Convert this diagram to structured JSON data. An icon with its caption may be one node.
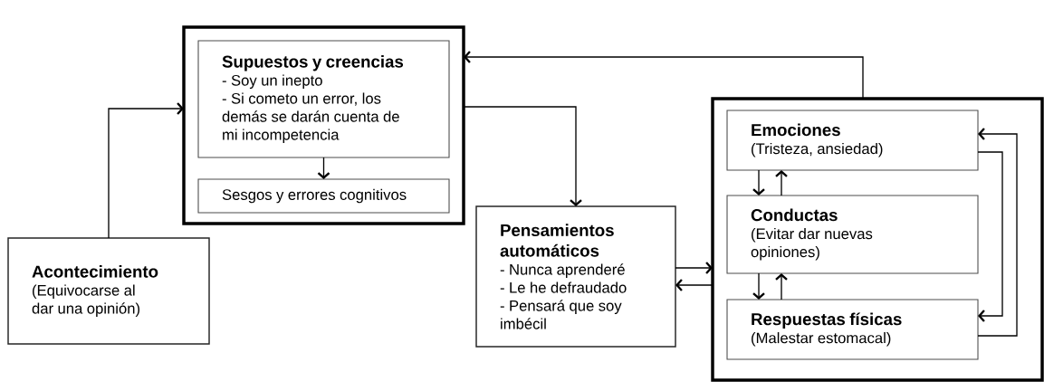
{
  "diagram": {
    "nodes": [
      {
        "text": [
          "Acontecimiento",
          "(Equivocarse al dar una opinión)"
        ]
      },
      {
        "text": [],
        "shape": "box"
      },
      {
        "text": [
          "Supuestos y creencias",
          "- Soy un inepto",
          "- Si cometo un error, los demás se darán cuenta de mi incompetencia"
        ],
        "in": 1
      },
      {
        "text": [
          "Sesgos y errores cognitivos"
        ],
        "in": 1
      },
      {
        "text": [
          "Pensamientos automáticos",
          "- Nunca aprenderé",
          "- Le he defraudado",
          "- Pensará que soy imbécil"
        ]
      },
      {
        "text": [],
        "shape": "box"
      },
      {
        "text": [
          "Emociones",
          "(Tristeza, ansiedad)"
        ],
        "in": 5
      },
      {
        "text": [
          "Conductas",
          "(Evitar dar nuevas opiniones)"
        ],
        "in": 5
      },
      {
        "text": [
          "Respuestas físicas",
          "(Malestar estomacal)"
        ],
        "in": 5
      }
    ],
    "edges": [
      {
        "from": 0,
        "to": 1,
        "arrow": "to"
      },
      {
        "from": 1,
        "to": 4,
        "arrow": "to"
      },
      {
        "from": 2,
        "to": 3,
        "arrow": "to"
      },
      {
        "from": 5,
        "to": 1,
        "arrow": "to"
      },
      {
        "from": 4,
        "to": 5,
        "arrow": "to"
      },
      {
        "from": 5,
        "to": 4,
        "arrow": "to"
      },
      {
        "from": 6,
        "to": 7,
        "arrow": "to"
      },
      {
        "from": 7,
        "to": 6,
        "arrow": "to"
      },
      {
        "from": 7,
        "to": 8,
        "arrow": "to"
      },
      {
        "from": 8,
        "to": 7,
        "arrow": "to"
      },
      {
        "from": 6,
        "to": 8,
        "arrow": "to"
      },
      {
        "from": 8,
        "to": 6,
        "arrow": "to"
      }
    ]
  }
}
